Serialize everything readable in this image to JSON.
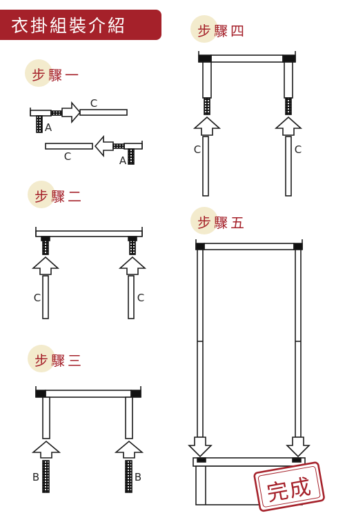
{
  "header": {
    "title": "衣掛組裝介紹"
  },
  "steps": [
    {
      "label": "步驟一"
    },
    {
      "label": "步驟二"
    },
    {
      "label": "步驟三"
    },
    {
      "label": "步驟四"
    },
    {
      "label": "步驟五"
    }
  ],
  "parts": {
    "a": "A",
    "b": "B",
    "c": "C"
  },
  "stamp": {
    "text": "完成"
  },
  "colors": {
    "brand": "#a5212a",
    "bubble": "#f3ebcd",
    "line": "#1a1a1a"
  },
  "icons": [
    "up-arrow-icon",
    "down-arrow-icon",
    "right-arrow-icon",
    "left-arrow-icon"
  ]
}
